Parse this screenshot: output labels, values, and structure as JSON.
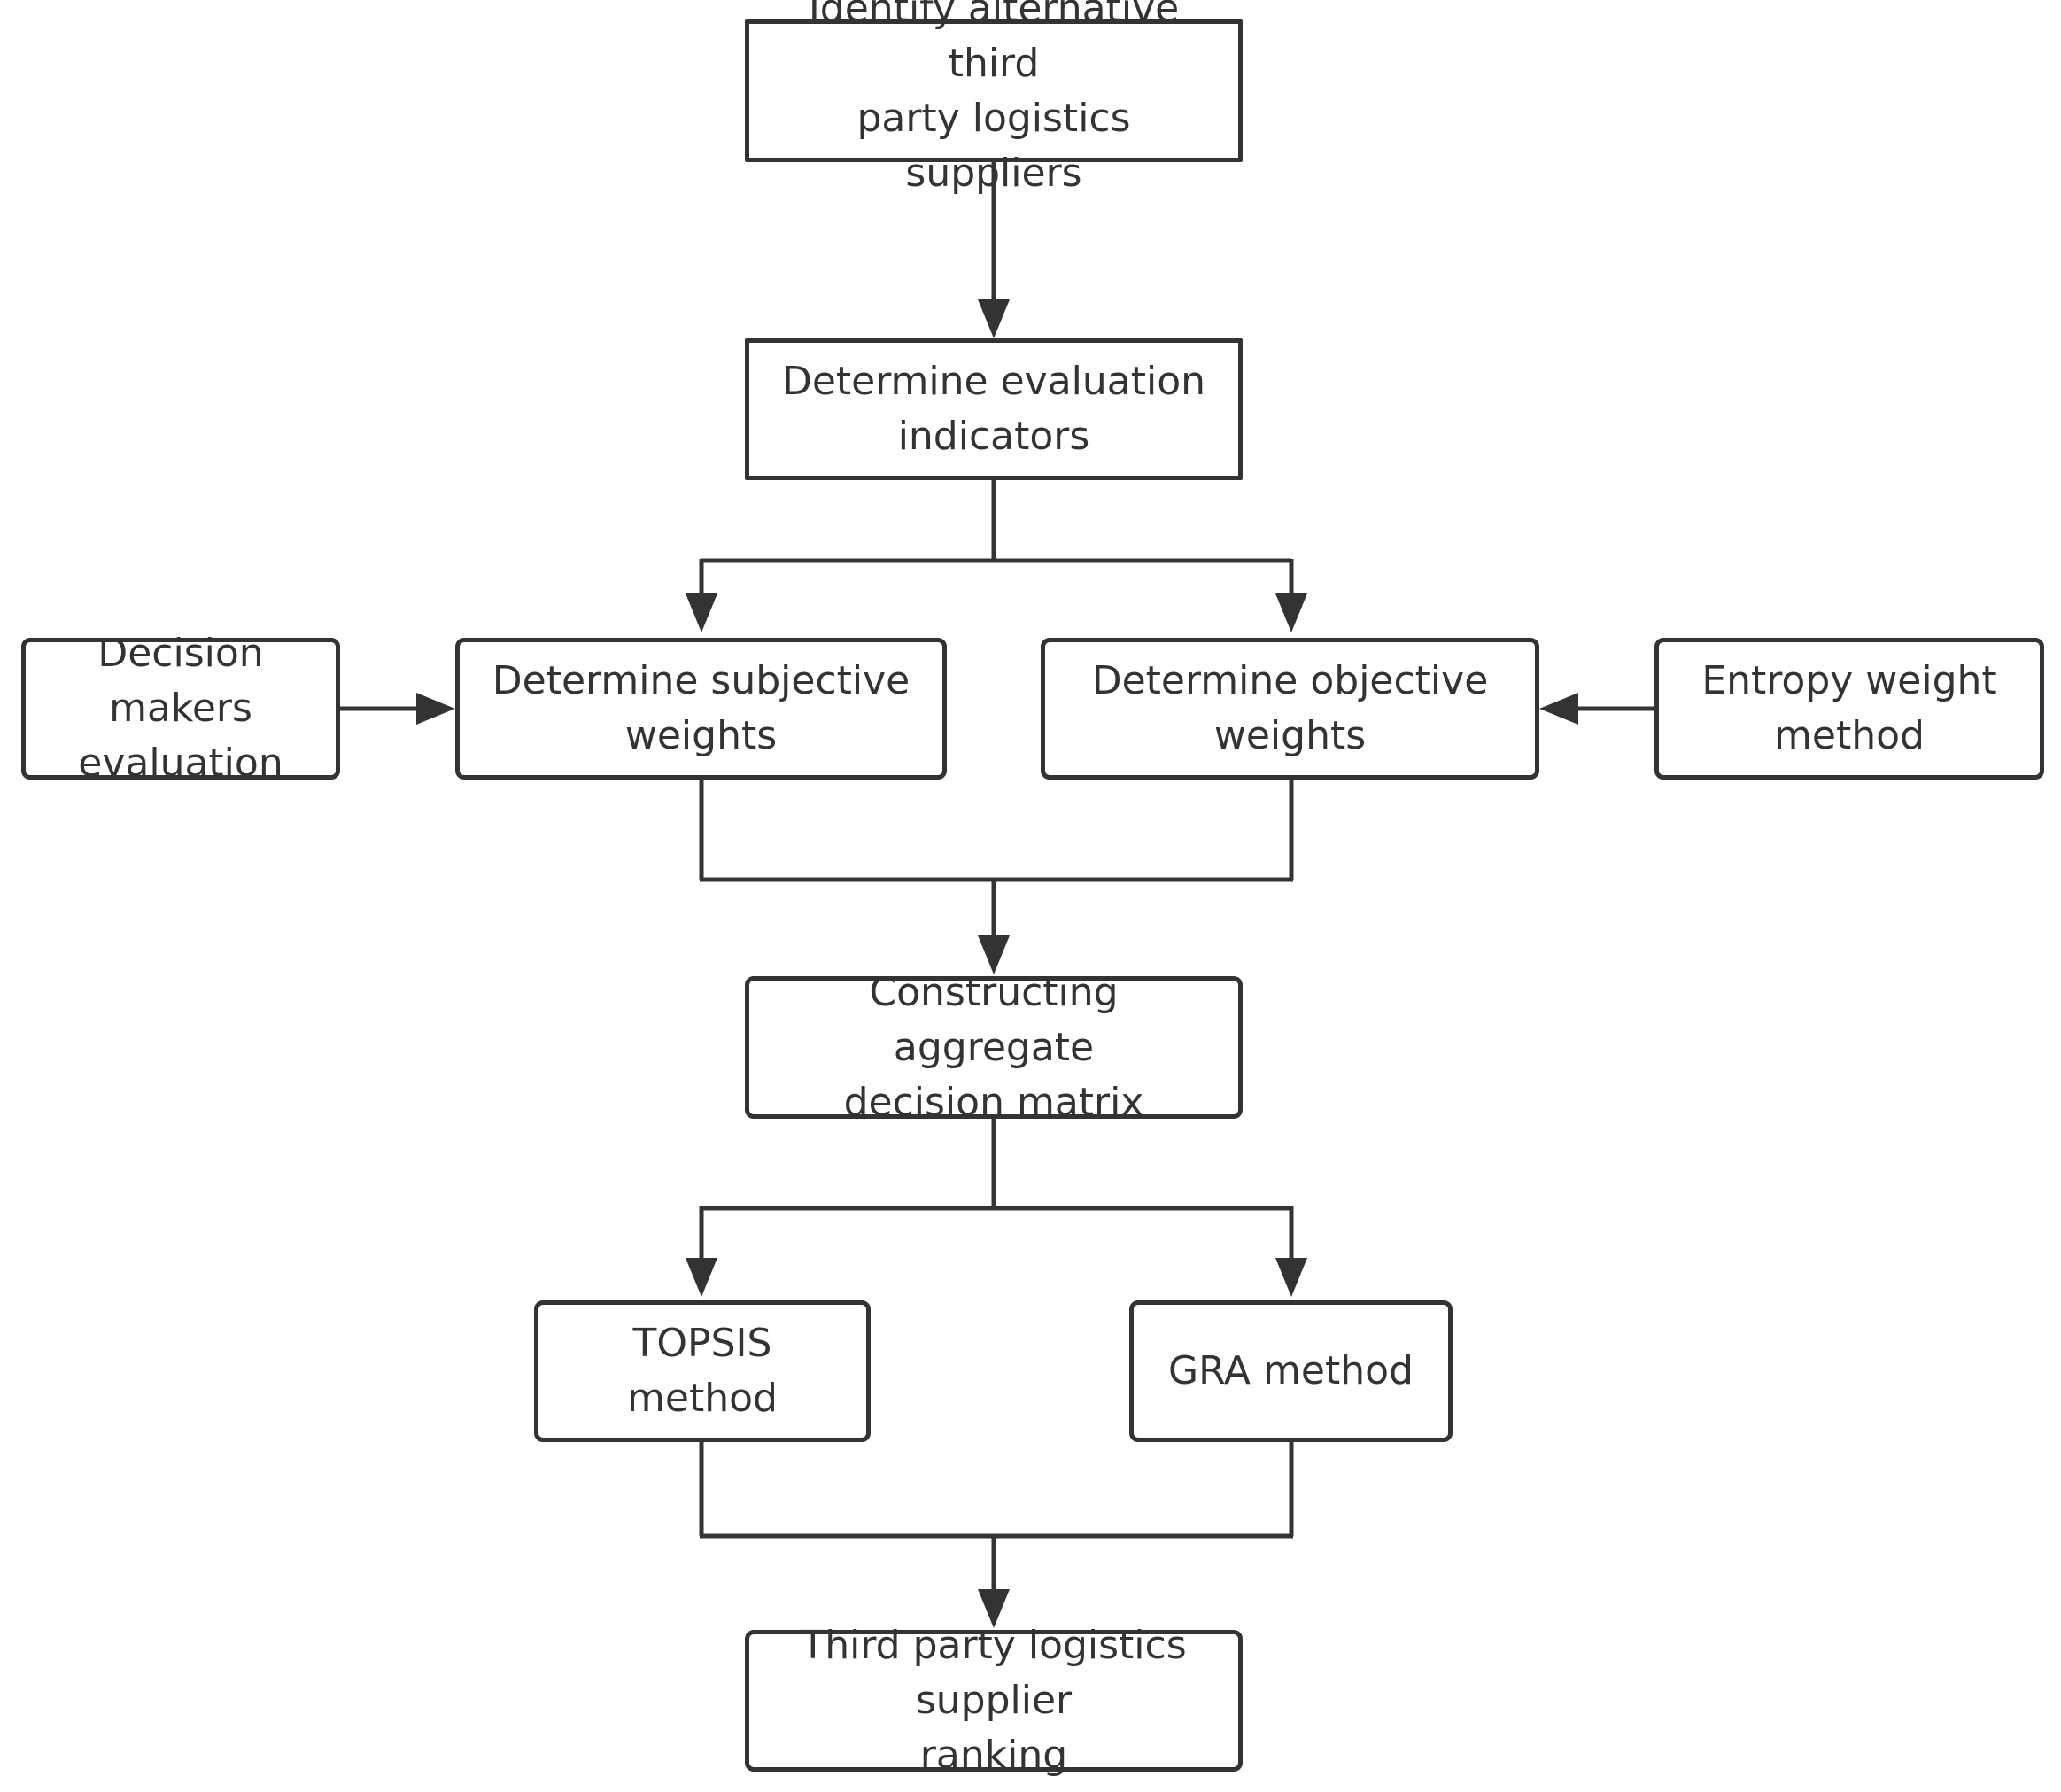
{
  "diagram": {
    "nodes": {
      "identify_suppliers": {
        "lines": [
          "Identify alternative third",
          "party logistics suppliers"
        ]
      },
      "evaluation_indicators": {
        "lines": [
          "Determine evaluation",
          "indicators"
        ]
      },
      "decision_makers": {
        "lines": [
          "Decision makers",
          "evaluation"
        ]
      },
      "subjective_weights": {
        "lines": [
          "Determine subjective",
          "weights"
        ]
      },
      "objective_weights": {
        "lines": [
          "Determine objective weights"
        ]
      },
      "entropy_weight": {
        "lines": [
          "Entropy weight",
          "method"
        ]
      },
      "aggregate_matrix": {
        "lines": [
          "Constructing aggregate",
          "decision matrix"
        ]
      },
      "topsis": {
        "lines": [
          "TOPSIS method"
        ]
      },
      "gra": {
        "lines": [
          "GRA method"
        ]
      },
      "supplier_ranking": {
        "lines": [
          "Third party logistics supplier",
          "ranking"
        ]
      }
    },
    "colors": {
      "stroke": "#333333",
      "text": "#333333",
      "background": "#ffffff"
    }
  }
}
